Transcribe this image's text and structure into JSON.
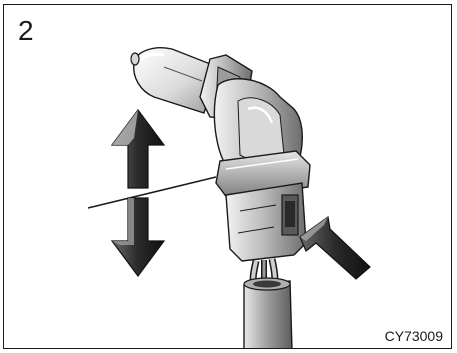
{
  "figure": {
    "step_number": "2",
    "figure_code": "CY73009"
  },
  "icons": {
    "illustration": "bulb-connector-disconnect-illustration",
    "up_arrow": "arrow-up-icon",
    "down_arrow": "arrow-down-icon",
    "release_arrow": "arrow-press-icon"
  }
}
